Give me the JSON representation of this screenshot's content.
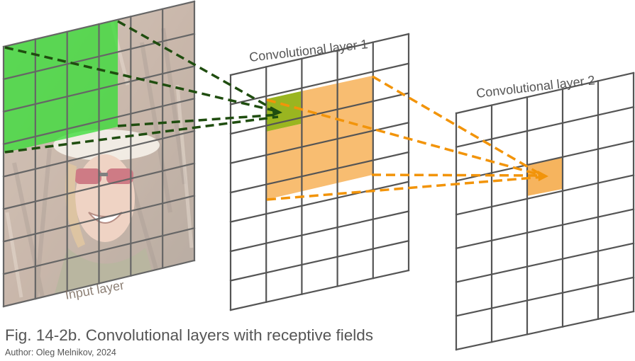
{
  "layers": {
    "input": {
      "label": "Input layer",
      "rows": 8,
      "cols": 6
    },
    "conv1": {
      "label": "Convolutional layer 1",
      "rows": 8,
      "cols": 5
    },
    "conv2": {
      "label": "Convolutional layer 2",
      "rows": 7,
      "cols": 5
    }
  },
  "caption": "Fig. 14-2b. Convolutional layers with receptive fields",
  "author": "Author: Oleg Melnikov, 2024",
  "colors": {
    "grid": "#555555",
    "green_fill": "#33dd33",
    "green_dash": "#1f4d0f",
    "orange_fill": "#f5a742",
    "orange_dash": "#f2940a",
    "overlap": "#9ab520",
    "text": "#555555"
  },
  "image_description_icon": "face-photo-icon"
}
